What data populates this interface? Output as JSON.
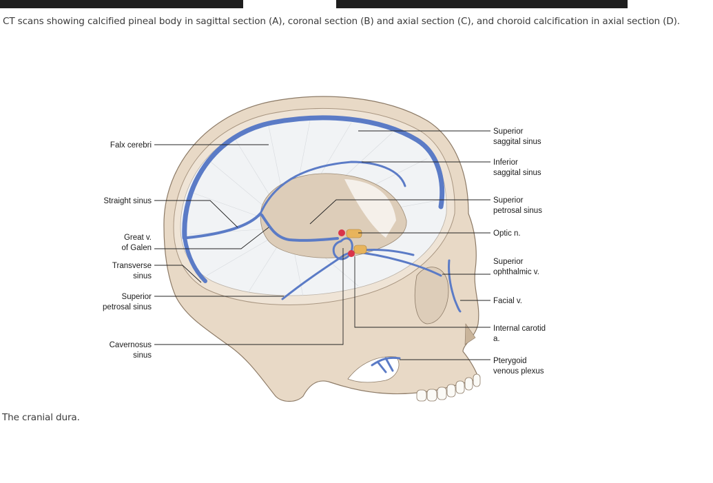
{
  "captions": {
    "top": "CT scans showing calcified pineal body in sagittal section (A), coronal section (B) and axial section (C), and choroid calcification in axial section (D).",
    "bottom": "The cranial dura."
  },
  "labels": {
    "falx_cerebri": "Falx cerebri",
    "straight_sinus": "Straight sinus",
    "great_v_1": "Great v.",
    "great_v_2": "of Galen",
    "transverse_1": "Transverse",
    "transverse_2": "sinus",
    "sup_petrosal_left_1": "Superior",
    "sup_petrosal_left_2": "petrosal sinus",
    "cavernosus_1": "Cavernosus",
    "cavernosus_2": "sinus",
    "sup_sagittal_1": "Superior",
    "sup_sagittal_2": "saggital sinus",
    "inf_sagittal_1": "Inferior",
    "inf_sagittal_2": "saggital sinus",
    "sup_petrosal_right_1": "Superior",
    "sup_petrosal_right_2": "petrosal sinus",
    "optic": "Optic n.",
    "sup_ophthalmic_1": "Superior",
    "sup_ophthalmic_2": "ophthalmic v.",
    "facial": "Facial v.",
    "int_carotid_1": "Internal carotid",
    "int_carotid_2": "a.",
    "pterygoid_1": "Pterygoid",
    "pterygoid_2": "venous plexus"
  },
  "colors": {
    "bone": "#e8d9c6",
    "bone_edge": "#8c7a66",
    "dura": "#f1f3f5",
    "vessel": "#5b7bc6",
    "vessel_dark": "#3f5fae",
    "artery": "#d9344a",
    "nerve": "#e8b45c"
  }
}
